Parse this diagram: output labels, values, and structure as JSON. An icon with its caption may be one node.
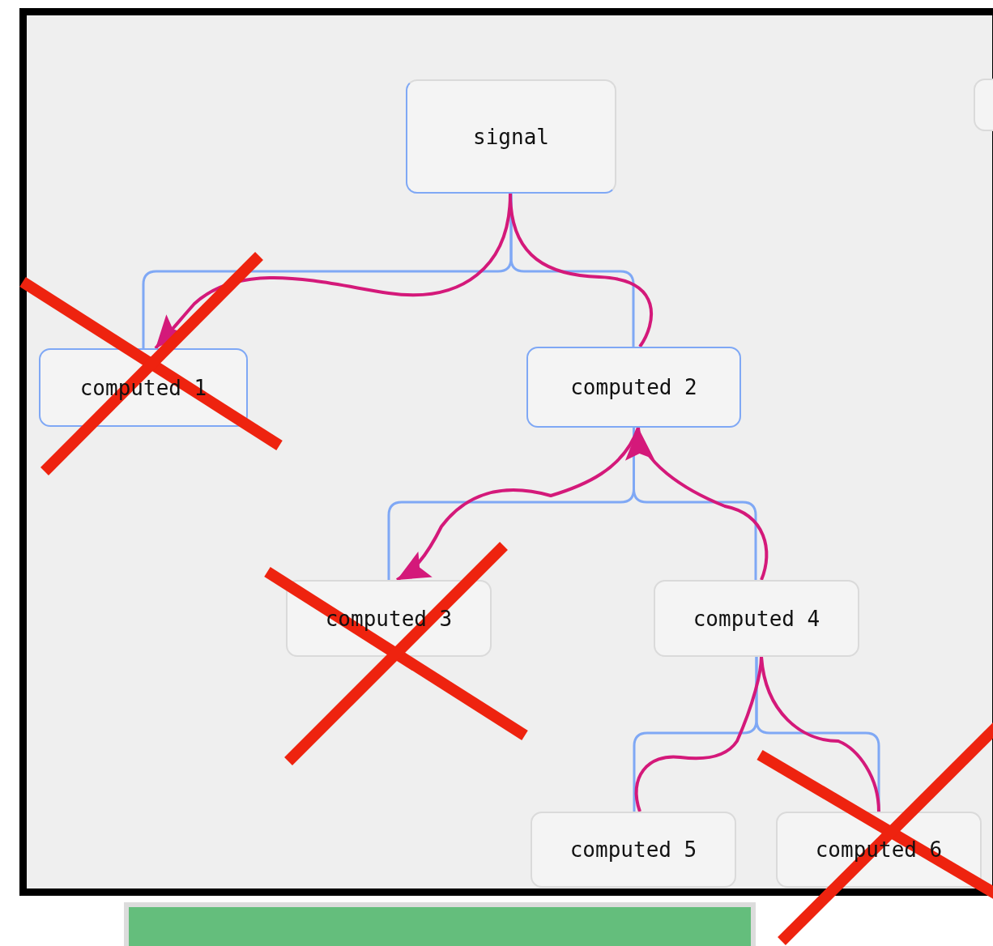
{
  "diagram": {
    "nodes": [
      {
        "text": [
          "signal"
        ]
      },
      {
        "text": [],
        "shape": "box"
      },
      {
        "text": [
          "computed 1"
        ]
      },
      {
        "text": [
          "computed 2"
        ]
      },
      {
        "text": [
          "computed 3"
        ]
      },
      {
        "text": [
          "computed 4"
        ]
      },
      {
        "text": [
          "computed 5"
        ]
      },
      {
        "text": [
          "computed 6"
        ]
      },
      {
        "text": [],
        "shape": "bar"
      }
    ],
    "edges": [
      {
        "from": 0,
        "to": 2,
        "arrow": "none"
      },
      {
        "from": 0,
        "to": 3,
        "arrow": "none"
      },
      {
        "from": 3,
        "to": 4,
        "arrow": "none"
      },
      {
        "from": 3,
        "to": 5,
        "arrow": "none"
      },
      {
        "from": 5,
        "to": 6,
        "arrow": "none"
      },
      {
        "from": 5,
        "to": 7,
        "arrow": "none"
      },
      {
        "from": 0,
        "to": 2,
        "arrow": "to",
        "color": "#d4197a"
      },
      {
        "from": 0,
        "to": 3,
        "arrow": "none",
        "color": "#d4197a"
      },
      {
        "from": 3,
        "to": 4,
        "arrow": "to",
        "color": "#d4197a"
      },
      {
        "from": 5,
        "to": 3,
        "arrow": "to",
        "color": "#d4197a"
      },
      {
        "from": 6,
        "to": 5,
        "arrow": "none",
        "color": "#d4197a"
      },
      {
        "from": 7,
        "to": 5,
        "arrow": "none",
        "color": "#d4197a"
      }
    ]
  }
}
